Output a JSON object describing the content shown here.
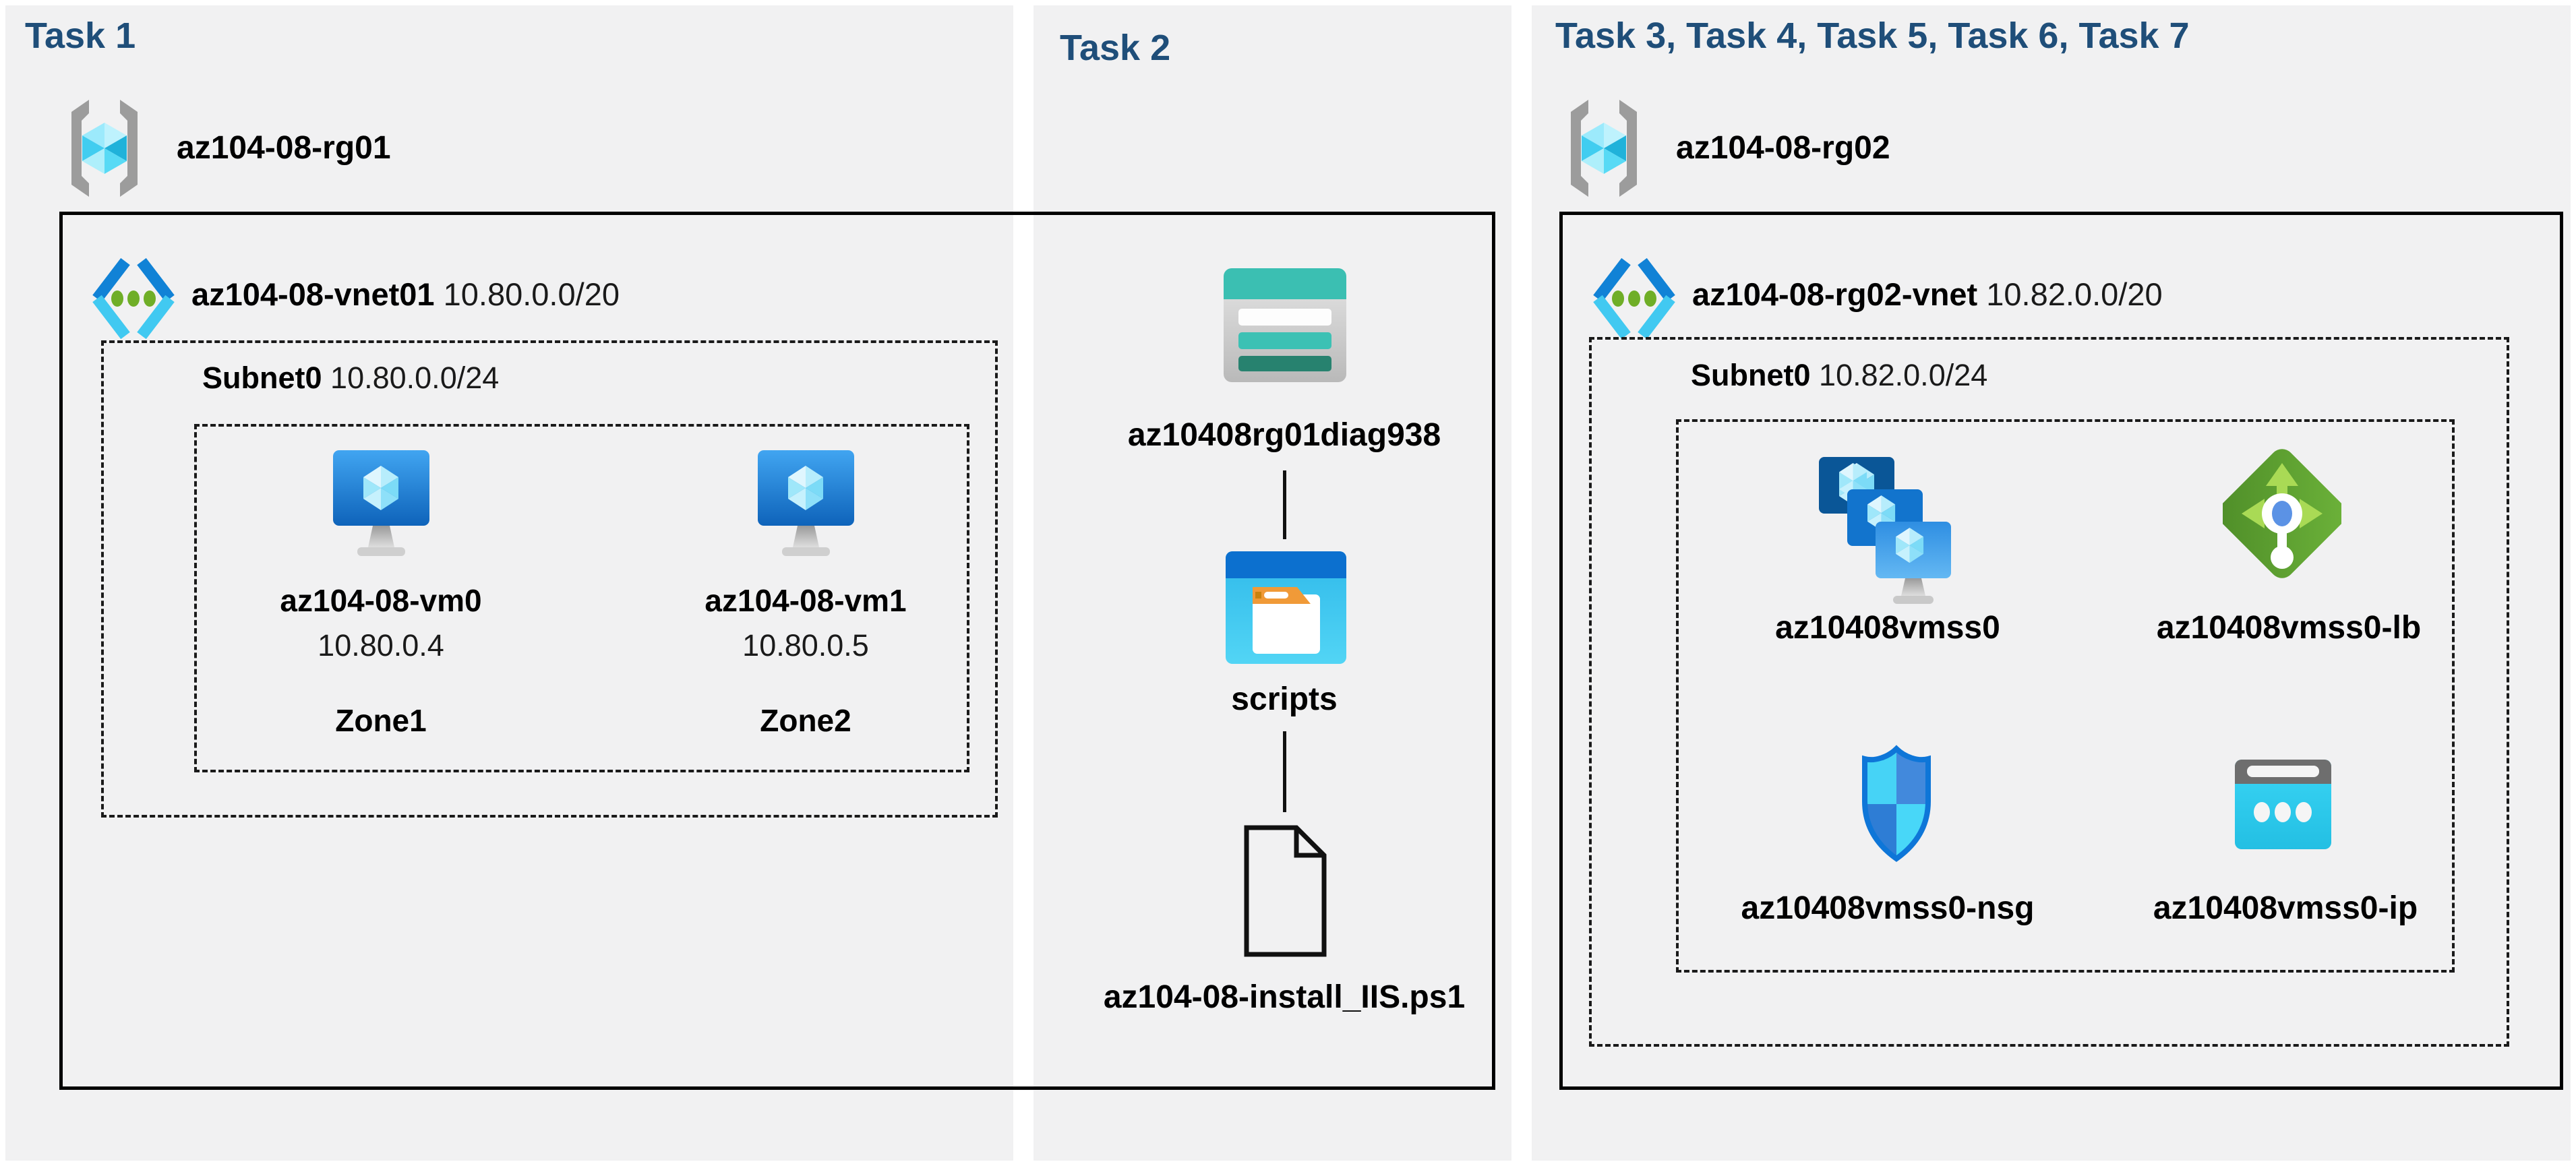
{
  "colors": {
    "header_text": "#1f4e79",
    "panel_background": "#f1f1f2",
    "outline": "#000000",
    "storage_teal": "#3bbfb2",
    "vnet_blue": "#1182d6",
    "lb_green": "#61a832",
    "nsg_blue": "#0e76d8",
    "ip_cyan": "#35d2f3"
  },
  "panels": {
    "task1": {
      "title": "Task 1",
      "resource_group": {
        "name": "az104-08-rg01",
        "icon": "resource-group-icon"
      },
      "vnet": {
        "name": "az104-08-vnet01",
        "cidr": "10.80.0.0/20",
        "icon": "virtual-network-icon"
      },
      "subnet": {
        "name": "Subnet0",
        "cidr": "10.80.0.0/24"
      },
      "vms": [
        {
          "name": "az104-08-vm0",
          "ip": "10.80.0.4",
          "zone": "Zone1",
          "icon": "virtual-machine-icon"
        },
        {
          "name": "az104-08-vm1",
          "ip": "10.80.0.5",
          "zone": "Zone2",
          "icon": "virtual-machine-icon"
        }
      ]
    },
    "task2": {
      "title": "Task 2",
      "storage_account": {
        "name": "az10408rg01diag938",
        "icon": "storage-account-icon"
      },
      "container": {
        "name": "scripts",
        "icon": "blob-container-icon"
      },
      "file": {
        "name": "az104-08-install_IIS.ps1",
        "icon": "file-icon"
      }
    },
    "task3": {
      "title": "Task 3, Task 4, Task 5, Task 6, Task 7",
      "resource_group": {
        "name": "az104-08-rg02",
        "icon": "resource-group-icon"
      },
      "vnet": {
        "name": "az104-08-rg02-vnet",
        "cidr": "10.82.0.0/20",
        "icon": "virtual-network-icon"
      },
      "subnet": {
        "name": "Subnet0",
        "cidr": "10.82.0.0/24"
      },
      "resources": [
        {
          "name": "az10408vmss0",
          "type": "vm-scale-set",
          "icon": "vm-scale-set-icon"
        },
        {
          "name": "az10408vmss0-lb",
          "type": "load-balancer",
          "icon": "load-balancer-icon"
        },
        {
          "name": "az10408vmss0-nsg",
          "type": "network-security-group",
          "icon": "nsg-shield-icon"
        },
        {
          "name": "az10408vmss0-ip",
          "type": "public-ip-address",
          "icon": "public-ip-icon"
        }
      ]
    }
  }
}
